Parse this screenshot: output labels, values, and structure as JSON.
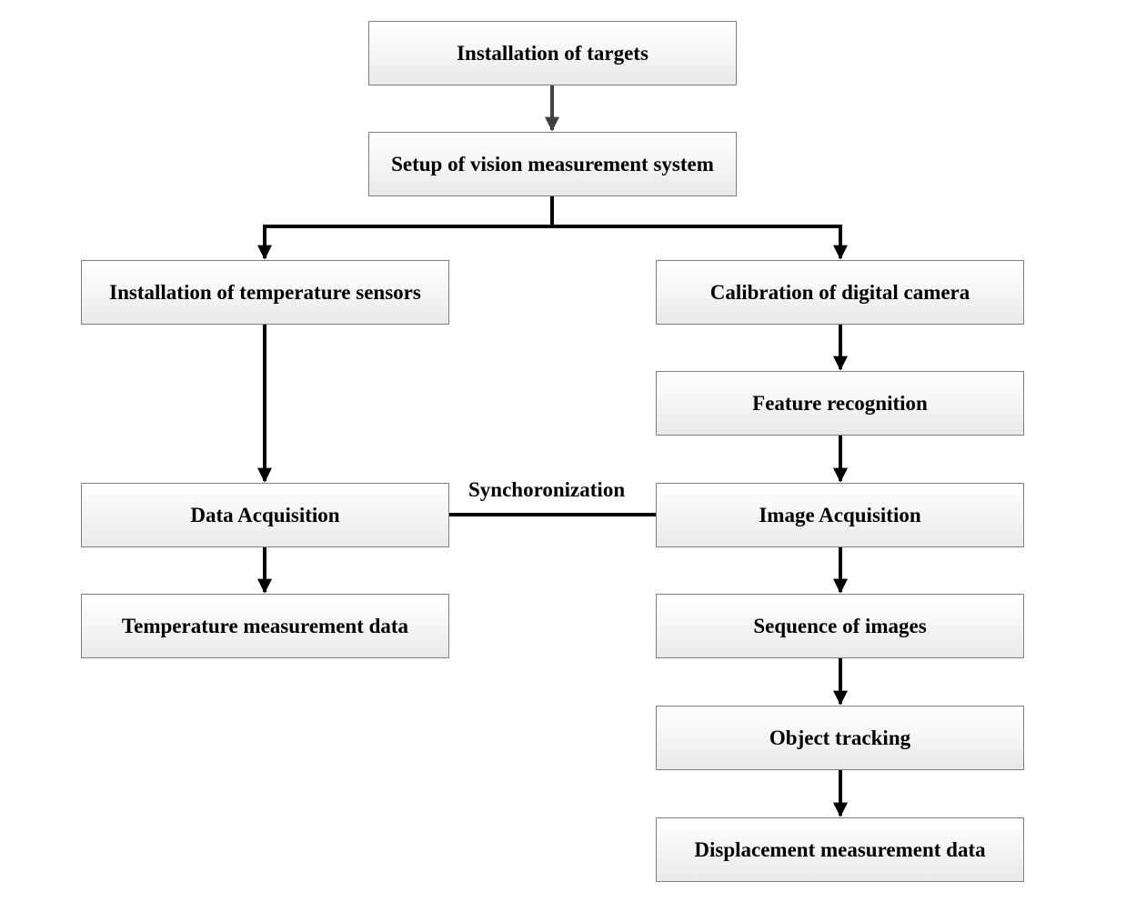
{
  "nodes": {
    "installation_of_targets": "Installation of targets",
    "setup_vision_system": "Setup of vision measurement system",
    "installation_temperature_sensors": "Installation of temperature sensors",
    "calibration_digital_camera": "Calibration of digital camera",
    "feature_recognition": "Feature recognition",
    "data_acquisition": "Data Acquisition",
    "image_acquisition": "Image Acquisition",
    "temperature_measurement_data": "Temperature measurement data",
    "sequence_of_images": "Sequence of images",
    "object_tracking": "Object tracking",
    "displacement_measurement_data": "Displacement measurement data"
  },
  "edges": {
    "synchronization_label": "Synchoronization"
  },
  "colors": {
    "arrow_first": "#404040",
    "arrow": "#000000",
    "box_border": "#7f7f7f",
    "box_fill_top": "#ffffff",
    "box_fill_bottom": "#e9e9e9"
  }
}
